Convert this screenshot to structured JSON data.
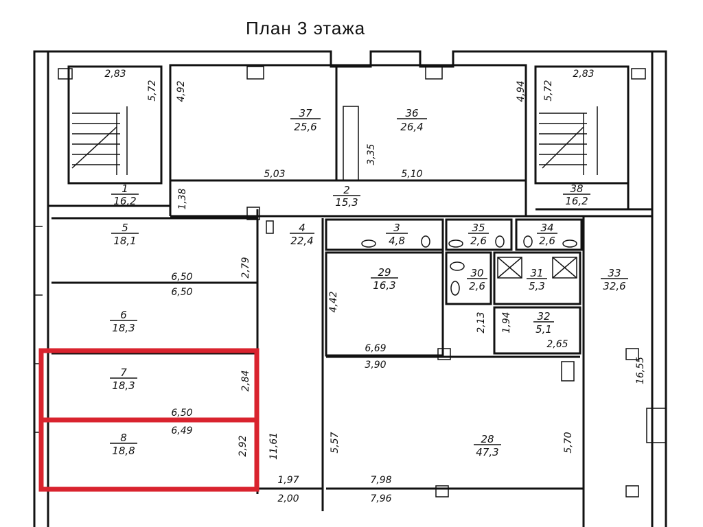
{
  "title": "План 3 этажа",
  "rooms": {
    "r1": {
      "num": "1",
      "area": "16,2"
    },
    "r2": {
      "num": "2",
      "area": "15,3"
    },
    "r3": {
      "num": "3",
      "area": "4,8"
    },
    "r4": {
      "num": "4",
      "area": "22,4"
    },
    "r5": {
      "num": "5",
      "area": "18,1"
    },
    "r6": {
      "num": "6",
      "area": "18,3"
    },
    "r7": {
      "num": "7",
      "area": "18,3"
    },
    "r8": {
      "num": "8",
      "area": "18,8"
    },
    "r28": {
      "num": "28",
      "area": "47,3"
    },
    "r29": {
      "num": "29",
      "area": "16,3"
    },
    "r30": {
      "num": "30",
      "area": "2,6"
    },
    "r31": {
      "num": "31",
      "area": "5,3"
    },
    "r32": {
      "num": "32",
      "area": "5,1"
    },
    "r33": {
      "num": "33",
      "area": "32,6"
    },
    "r34": {
      "num": "34",
      "area": "2,6"
    },
    "r35": {
      "num": "35",
      "area": "2,6"
    },
    "r36": {
      "num": "36",
      "area": "26,4"
    },
    "r37": {
      "num": "37",
      "area": "25,6"
    },
    "r38": {
      "num": "38",
      "area": "16,2"
    }
  },
  "dims": {
    "d_283_left": "2,83",
    "d_572_left": "5,72",
    "d_283_right": "2,83",
    "d_572_right": "5,72",
    "d_492": "4,92",
    "d_494": "4,94",
    "d_503": "5,03",
    "d_510": "5,10",
    "d_335": "3,35",
    "d_138": "1,38",
    "d_279": "2,79",
    "d_650_a": "6,50",
    "d_650_b": "6,50",
    "d_650_c": "6,50",
    "d_649": "6,49",
    "d_284": "2,84",
    "d_292": "2,92",
    "d_1161": "11,61",
    "d_197": "1,97",
    "d_200": "2,00",
    "d_442": "4,42",
    "d_669": "6,69",
    "d_390": "3,90",
    "d_213": "2,13",
    "d_194": "1,94",
    "d_265": "2,65",
    "d_1655": "16,55",
    "d_557": "5,57",
    "d_570": "5,70",
    "d_798": "7,98",
    "d_796": "7,96"
  },
  "highlight_color": "#d9232e"
}
